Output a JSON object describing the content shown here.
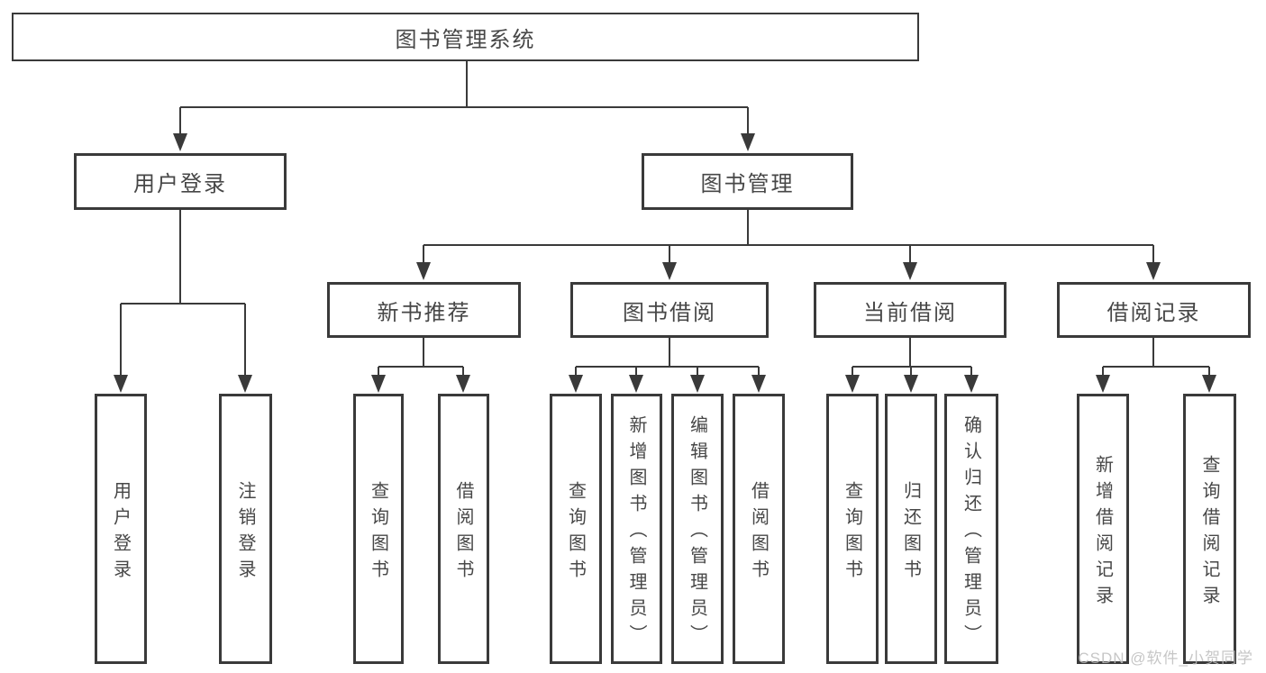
{
  "tree": {
    "root": "图书管理系统",
    "user_login": {
      "label": "用户登录",
      "children": [
        "用户登录",
        "注销登录"
      ]
    },
    "book_mgmt": {
      "label": "图书管理",
      "children": [
        {
          "label": "新书推荐",
          "children": [
            "查询图书",
            "借阅图书"
          ]
        },
        {
          "label": "图书借阅",
          "children": [
            "查询图书",
            "新增图书（管理员）",
            "编辑图书（管理员）",
            "借阅图书"
          ]
        },
        {
          "label": "当前借阅",
          "children": [
            "查询图书",
            "归还图书",
            "确认归还（管理员）"
          ]
        },
        {
          "label": "借阅记录",
          "children": [
            "新增借阅记录",
            "查询借阅记录"
          ]
        }
      ]
    }
  },
  "watermark": "CSDN @软件_小贺同学",
  "colors": {
    "line": "#3a3a3a",
    "text": "#474747",
    "watermark": "#bdbdbd",
    "background": "#ffffff"
  }
}
